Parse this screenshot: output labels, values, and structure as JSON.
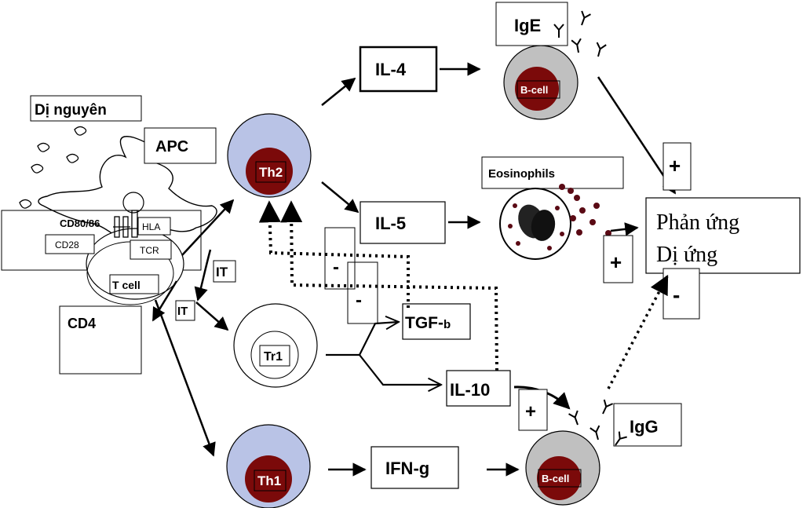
{
  "labels": {
    "allergen": "Dị nguyên",
    "apc": "APC",
    "cd80_86": "CD80/86",
    "hla": "HLA",
    "cd28": "CD28",
    "tcr": "TCR",
    "t_cell": "T cell",
    "cd4": "CD4",
    "it_1": "IT",
    "it_2": "IT",
    "th2": "Th2",
    "tr1": "Tr1",
    "th1": "Th1",
    "il4": "IL-4",
    "il5": "IL-5",
    "il10": "IL-10",
    "tgf": "TGF-",
    "tgf_sub": "b",
    "ifn": "IFN-g",
    "ige": "IgE",
    "igg": "IgG",
    "bcell_top": "B-cell",
    "bcell_bottom": "B-cell",
    "eosinophils": "Eosinophils",
    "reaction_line1": "Phản ứng",
    "reaction_line2": "Dị ứng",
    "plus_ige": "+",
    "plus_eos": "+",
    "plus_igg": "+",
    "minus_th2_1": "-",
    "minus_th2_2": "-",
    "minus_igg": "-"
  },
  "colors": {
    "cell_dark": "#7b0a0a",
    "cell_halo": "#b9c3e6",
    "bcell_halo": "#c0c0c0",
    "line": "#000000"
  },
  "icons": [
    "allergen-particle-icon",
    "antibody-icon",
    "eosinophil-granule-icon"
  ]
}
